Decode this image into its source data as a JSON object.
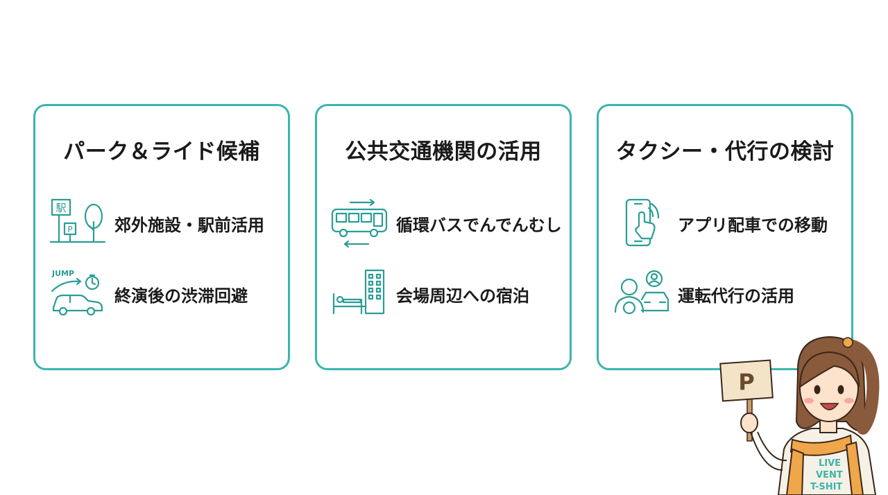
{
  "cards": [
    {
      "title": "パーク＆ライド候補",
      "items": [
        {
          "label": "郊外施設・駅前活用",
          "icon": "station-parking-icon",
          "icon_text": "駅"
        },
        {
          "label": "終演後の渋滞回避",
          "icon": "car-jump-icon",
          "icon_text": "JUMP"
        }
      ]
    },
    {
      "title": "公共交通機関の活用",
      "items": [
        {
          "label": "循環バスでんでんむし",
          "icon": "circulating-bus-icon"
        },
        {
          "label": "会場周辺への宿泊",
          "icon": "hotel-bed-icon"
        }
      ]
    },
    {
      "title": "タクシー・代行の検討",
      "items": [
        {
          "label": "アプリ配車での移動",
          "icon": "smartphone-tap-icon"
        },
        {
          "label": "運転代行の活用",
          "icon": "driver-service-icon"
        }
      ]
    }
  ],
  "mascot": {
    "sign_letter": "P",
    "shirt_lines": [
      "LIVE",
      "VENT",
      "T-SHIT"
    ]
  },
  "colors": {
    "accent": "#3ab5ad",
    "icon": "#2a9d95",
    "text": "#1a1a1a",
    "towel": "#f0a64a",
    "hair": "#8a5a3c"
  }
}
